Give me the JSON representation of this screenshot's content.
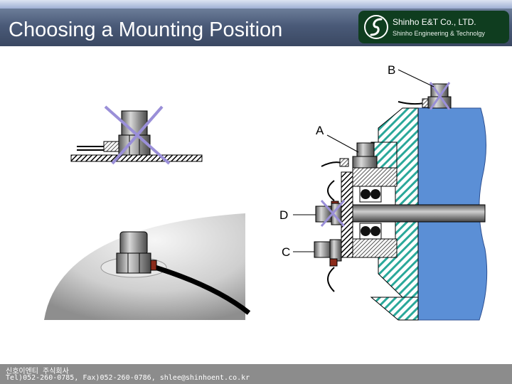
{
  "header": {
    "title": "Choosing a Mounting Position",
    "company_name": "Shinho E&T Co., LTD.",
    "company_subtitle": "Shinho Engineering & Technolgy"
  },
  "diagram": {
    "labels": {
      "a": "A",
      "b": "B",
      "c": "C",
      "d": "D"
    }
  },
  "footer": {
    "company_korean": "신호이엔티 주식회사",
    "contact": "Tel)052-260-0785, Fax)052-260-0786, shlee@shinhoent.co.kr"
  },
  "colors": {
    "header_bg": "#4a5a78",
    "logo_bg": "#0f3d1f",
    "hatch_green": "#2aa89a",
    "machine_blue": "#5b8fd6",
    "footer_bg": "#8c8c8c"
  }
}
